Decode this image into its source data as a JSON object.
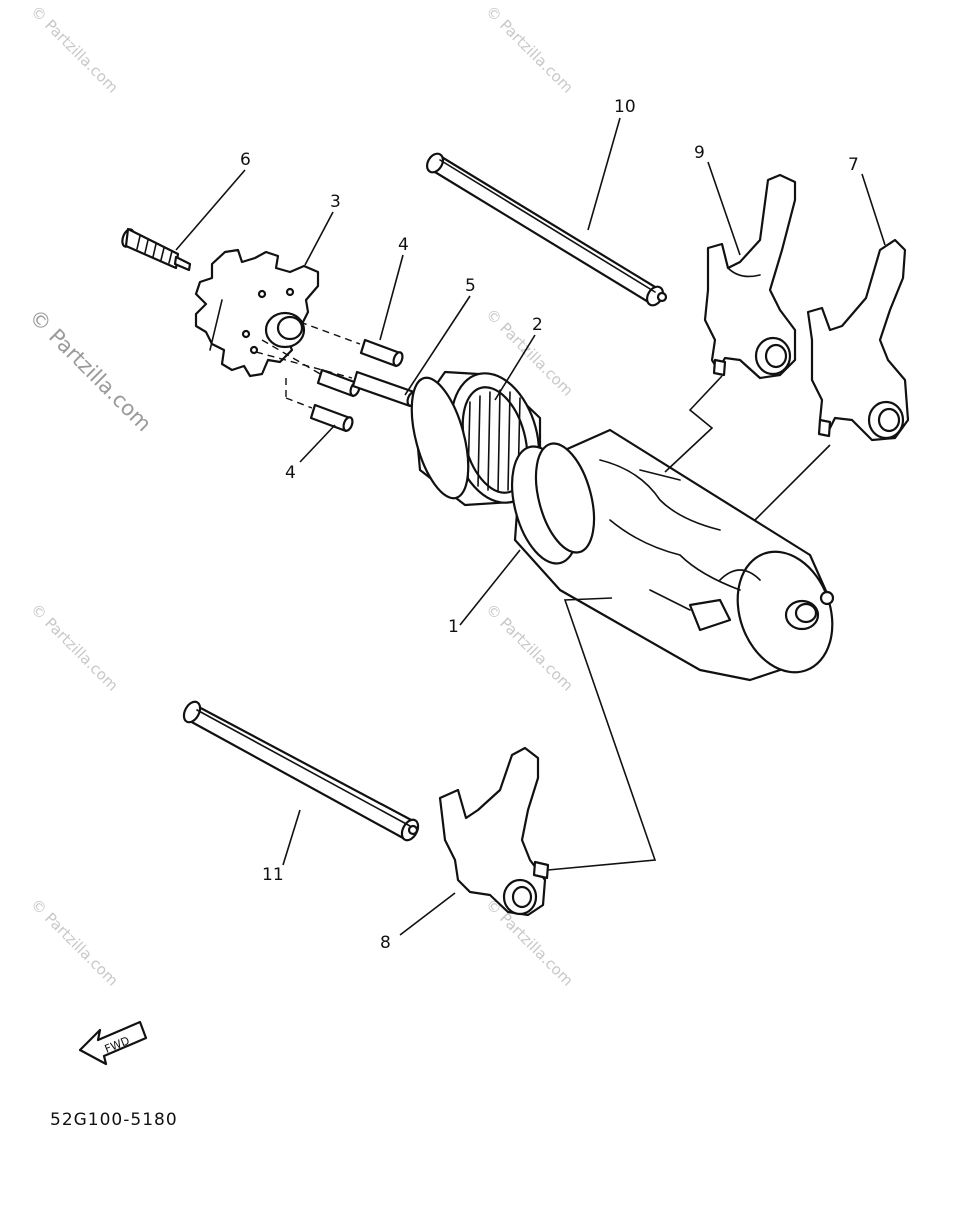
{
  "diagram": {
    "code": "52G100-5180",
    "fwd_label": "FWD",
    "watermark_text": "© Partzilla.com",
    "callouts": {
      "c1": "1",
      "c2": "2",
      "c3": "3",
      "c4a": "4",
      "c4b": "4",
      "c5": "5",
      "c6": "6",
      "c7": "7",
      "c8": "8",
      "c9": "9",
      "c10": "10",
      "c11": "11"
    },
    "colors": {
      "line": "#111111",
      "watermark": "#c8c8c8"
    }
  }
}
